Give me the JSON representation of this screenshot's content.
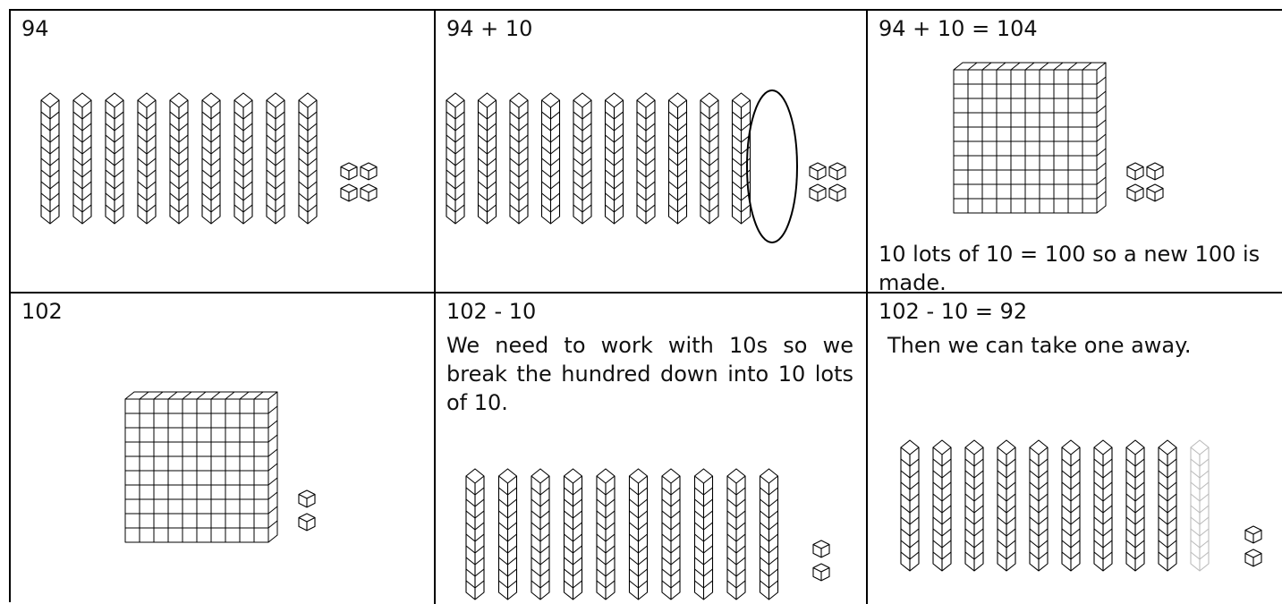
{
  "cells": [
    {
      "label": "94"
    },
    {
      "label": "94 + 10"
    },
    {
      "label": "94 + 10 = 104",
      "note": "10 lots of 10 = 100 so a new 100 is made."
    },
    {
      "label": "102"
    },
    {
      "label": "102 - 10",
      "note": "We need to work with 10s so we break the hundred down into 10 lots of 10."
    },
    {
      "label": "102 - 10 = 92",
      "note": "Then we can take one away."
    }
  ],
  "blocks": {
    "cell1": {
      "tens": 9,
      "ones": 4
    },
    "cell2": {
      "tens": 10,
      "ones": 4,
      "circled_tens": 1
    },
    "cell3": {
      "hundreds": 1,
      "ones": 4
    },
    "cell4": {
      "hundreds": 1,
      "ones": 2
    },
    "cell5": {
      "tens": 10,
      "ones": 2
    },
    "cell6": {
      "tens": 9,
      "ones": 2,
      "faded_tens": 1
    }
  },
  "colors": {
    "line": "#000000",
    "faded": "#bbbbbb"
  }
}
